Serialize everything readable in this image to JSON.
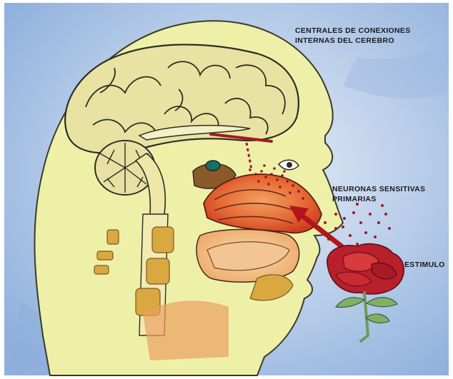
{
  "labels": {
    "central_connections": {
      "line1": "CENTRALES DE CONEXIONES",
      "line2": "INTERNAS DEL CEREBRO"
    },
    "primary_sensory_neurons": {
      "line1": "NEURONAS SENSITIVAS",
      "line2": "PRIMARIAS"
    },
    "stimulus": "ESTIMULO"
  },
  "colors": {
    "background_wash": "#a9c3e4",
    "skin": "#eef0a8",
    "brain": "#e8e3a2",
    "nasal_cavity": "#e0552c",
    "oral_cavity": "#f0b676",
    "bone": "#d9a840",
    "flower": "#b8202c",
    "stem": "#6e9a58",
    "arrow": "#b3141c"
  }
}
